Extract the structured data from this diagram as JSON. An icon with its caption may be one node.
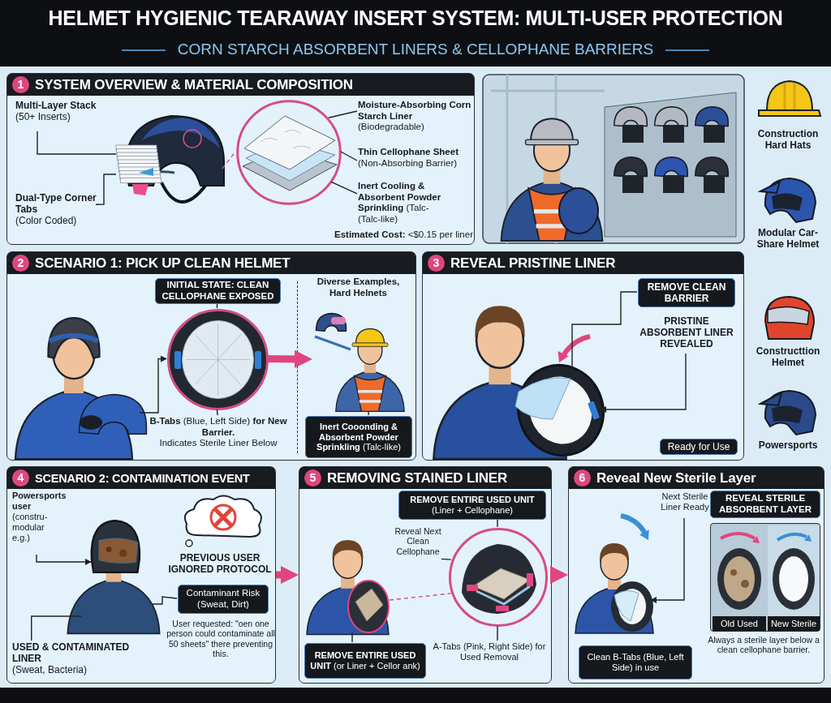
{
  "diagram": {
    "title": "HELMET HYGIENIC TEARAWAY INSERT SYSTEM: MULTI-USER PROTECTION",
    "nodes": [
      {
        "text": [
          "1",
          "SYSTEM OVERVIEW & MATERIAL COMPOSITION",
          "**Estimated Cost:** <$0.15 per liner"
        ]
      },
      {
        "text": [],
        "shape": "picture",
        "in": 0
      },
      {
        "text": [
          "Multi-Layer Stack",
          "(50+ Inserts)"
        ],
        "in": 0
      },
      {
        "text": [
          "Dual-Type Corner Tabs",
          "(Color Coded)"
        ],
        "in": 0
      },
      {
        "text": [],
        "shape": "picture",
        "in": 0
      },
      {
        "text": [
          "Moisture-Absorbing Corn Starch Liner",
          "(Biodegradable)"
        ],
        "in": 0
      },
      {
        "text": [
          "Thin Cellophane Sheet",
          "(Non-Absorbing Barrier)"
        ],
        "in": 0
      },
      {
        "text": [
          "**Inert Cooling & Absorbent Powder Sprinkling** (Talc-",
          "(Talc-like)"
        ],
        "in": 0
      },
      {
        "text": [],
        "shape": "picture"
      },
      {
        "text": [
          "Construction Hard Hats"
        ]
      },
      {
        "text": [
          "Modular Car-Share Helmet"
        ]
      },
      {
        "text": [
          "Constructtion Helmet"
        ]
      },
      {
        "text": [
          "Powersports"
        ]
      },
      {
        "text": [
          "2",
          "SCENARIO 1: PICK UP CLEAN HELMET",
          "Diverse Examples, Hard Helnets"
        ]
      },
      {
        "text": [],
        "shape": "picture",
        "in": 13
      },
      {
        "text": [
          "INITIAL STATE: CLEAN CELLOPHANE EXPOSED"
        ],
        "in": 13
      },
      {
        "text": [],
        "shape": "picture",
        "in": 13
      },
      {
        "text": [
          "**B-Tabs** (Blue, Left Side) **for New Barrier.**",
          "Indicates Sterile Liner Below"
        ],
        "in": 13
      },
      {
        "text": [],
        "shape": "picture",
        "in": 13
      },
      {
        "text": [
          "**Inert Cooonding & Absorbent Powder Sprinkling** (Talc-like)"
        ],
        "in": 13
      },
      {
        "text": [
          "3",
          "REVEAL PRISTINE LINER"
        ]
      },
      {
        "text": [],
        "shape": "picture",
        "in": 20
      },
      {
        "text": [
          "REMOVE CLEAN BARRIER"
        ],
        "in": 20
      },
      {
        "text": [
          "PRISTINE ABSORBENT LINER REVEALED"
        ],
        "in": 20
      },
      {
        "text": [
          "Ready for Use"
        ],
        "in": 20
      },
      {
        "text": [
          "4",
          "SCENARIO 2: CONTAMINATION EVENT",
          "PREVIOUS USER IGNORED PROTOCOL",
          "User requested: \"oen one person could contaminate all 50 sheets\" there preventing this."
        ]
      },
      {
        "text": [],
        "shape": "picture",
        "in": 25
      },
      {
        "text": [
          "Powersports user",
          "(constru- modular e.g.)"
        ],
        "in": 25
      },
      {
        "text": [],
        "shape": "cloud",
        "in": 25
      },
      {
        "text": [
          "Contaminant Risk (Sweat, Dirt)"
        ],
        "in": 25
      },
      {
        "text": [
          "USED & CONTAMINATED LINER",
          "(Sweat, Bacteria)"
        ],
        "in": 25
      },
      {
        "text": [
          "5",
          "REMOVING STAINED LINER"
        ]
      },
      {
        "text": [],
        "shape": "picture",
        "in": 31
      },
      {
        "text": [
          "REMOVE ENTIRE USED UNIT",
          "(Liner + Cellophane)"
        ],
        "in": 31
      },
      {
        "text": [
          "Reveal Next Clean Cellophane"
        ],
        "in": 31
      },
      {
        "text": [],
        "shape": "picture",
        "in": 31
      },
      {
        "text": [
          "**REMOVE ENTIRE USED UNIT** (or Liner + Cellor ank)"
        ],
        "in": 31
      },
      {
        "text": [
          "A-Tabs (Pink, Right Side) for Used Removal"
        ],
        "in": 31
      },
      {
        "text": [
          "6",
          "Reveal New Sterile Layer",
          "Always a sterile layer below a clean cellophane barrier."
        ]
      },
      {
        "text": [],
        "shape": "picture",
        "in": 38
      },
      {
        "text": [
          "Next Sterile Liner Ready"
        ],
        "in": 38
      },
      {
        "text": [
          "Clean B-Tabs (Blue, Left Side) in use"
        ],
        "in": 38
      },
      {
        "text": [
          "REVEAL STERILE ABSORBENT LAYER"
        ],
        "in": 38
      },
      {
        "text": [],
        "shape": "box",
        "in": 38
      },
      {
        "text": [
          "Old Used"
        ],
        "in": 43
      },
      {
        "text": [
          "New Sterile"
        ],
        "in": 43
      }
    ],
    "edges": [
      {
        "from": 2,
        "to": 1,
        "arrow": "none"
      },
      {
        "from": 3,
        "to": 1,
        "arrow": "none"
      },
      {
        "from": 1,
        "to": 4,
        "arrow": "none",
        "style": "dashed",
        "color": "#d24e86"
      },
      {
        "from": 5,
        "to": 4,
        "arrow": "none"
      },
      {
        "from": 6,
        "to": 4,
        "arrow": "none"
      },
      {
        "from": 7,
        "to": 4,
        "arrow": "none"
      },
      {
        "from": 14,
        "to": 16,
        "arrow": "to"
      },
      {
        "from": 15,
        "to": 16,
        "arrow": "none"
      },
      {
        "from": 17,
        "to": 16,
        "arrow": "none"
      },
      {
        "from": 16,
        "to": 18,
        "arrow": "to",
        "style": "thick",
        "color": "#e0457f"
      },
      {
        "from": 19,
        "to": 18,
        "arrow": "none"
      },
      {
        "from": 22,
        "to": 21,
        "arrow": "none"
      },
      {
        "from": 23,
        "to": 21,
        "arrow": "to"
      },
      {
        "from": 27,
        "to": 26,
        "arrow": "to"
      },
      {
        "from": 29,
        "to": 26,
        "arrow": "none"
      },
      {
        "from": 30,
        "to": 26,
        "arrow": "none"
      },
      {
        "from": 25,
        "to": 31,
        "arrow": "to",
        "style": "thick",
        "color": "#e0457f"
      },
      {
        "from": 33,
        "to": 35,
        "arrow": "none"
      },
      {
        "from": 34,
        "to": 35,
        "arrow": "none"
      },
      {
        "from": 36,
        "to": 32,
        "arrow": "none"
      },
      {
        "from": 37,
        "to": 35,
        "arrow": "none"
      },
      {
        "from": 32,
        "to": 35,
        "arrow": "none",
        "style": "dashed",
        "color": "#d24e86"
      },
      {
        "from": 31,
        "to": 38,
        "arrow": "to",
        "style": "thick",
        "color": "#e0457f"
      },
      {
        "from": 40,
        "to": 39,
        "arrow": "to"
      }
    ],
    "labels": [
      "CORN STARCH ABSORBENT LINERS & CELLOPHANE BARRIERS"
    ]
  }
}
